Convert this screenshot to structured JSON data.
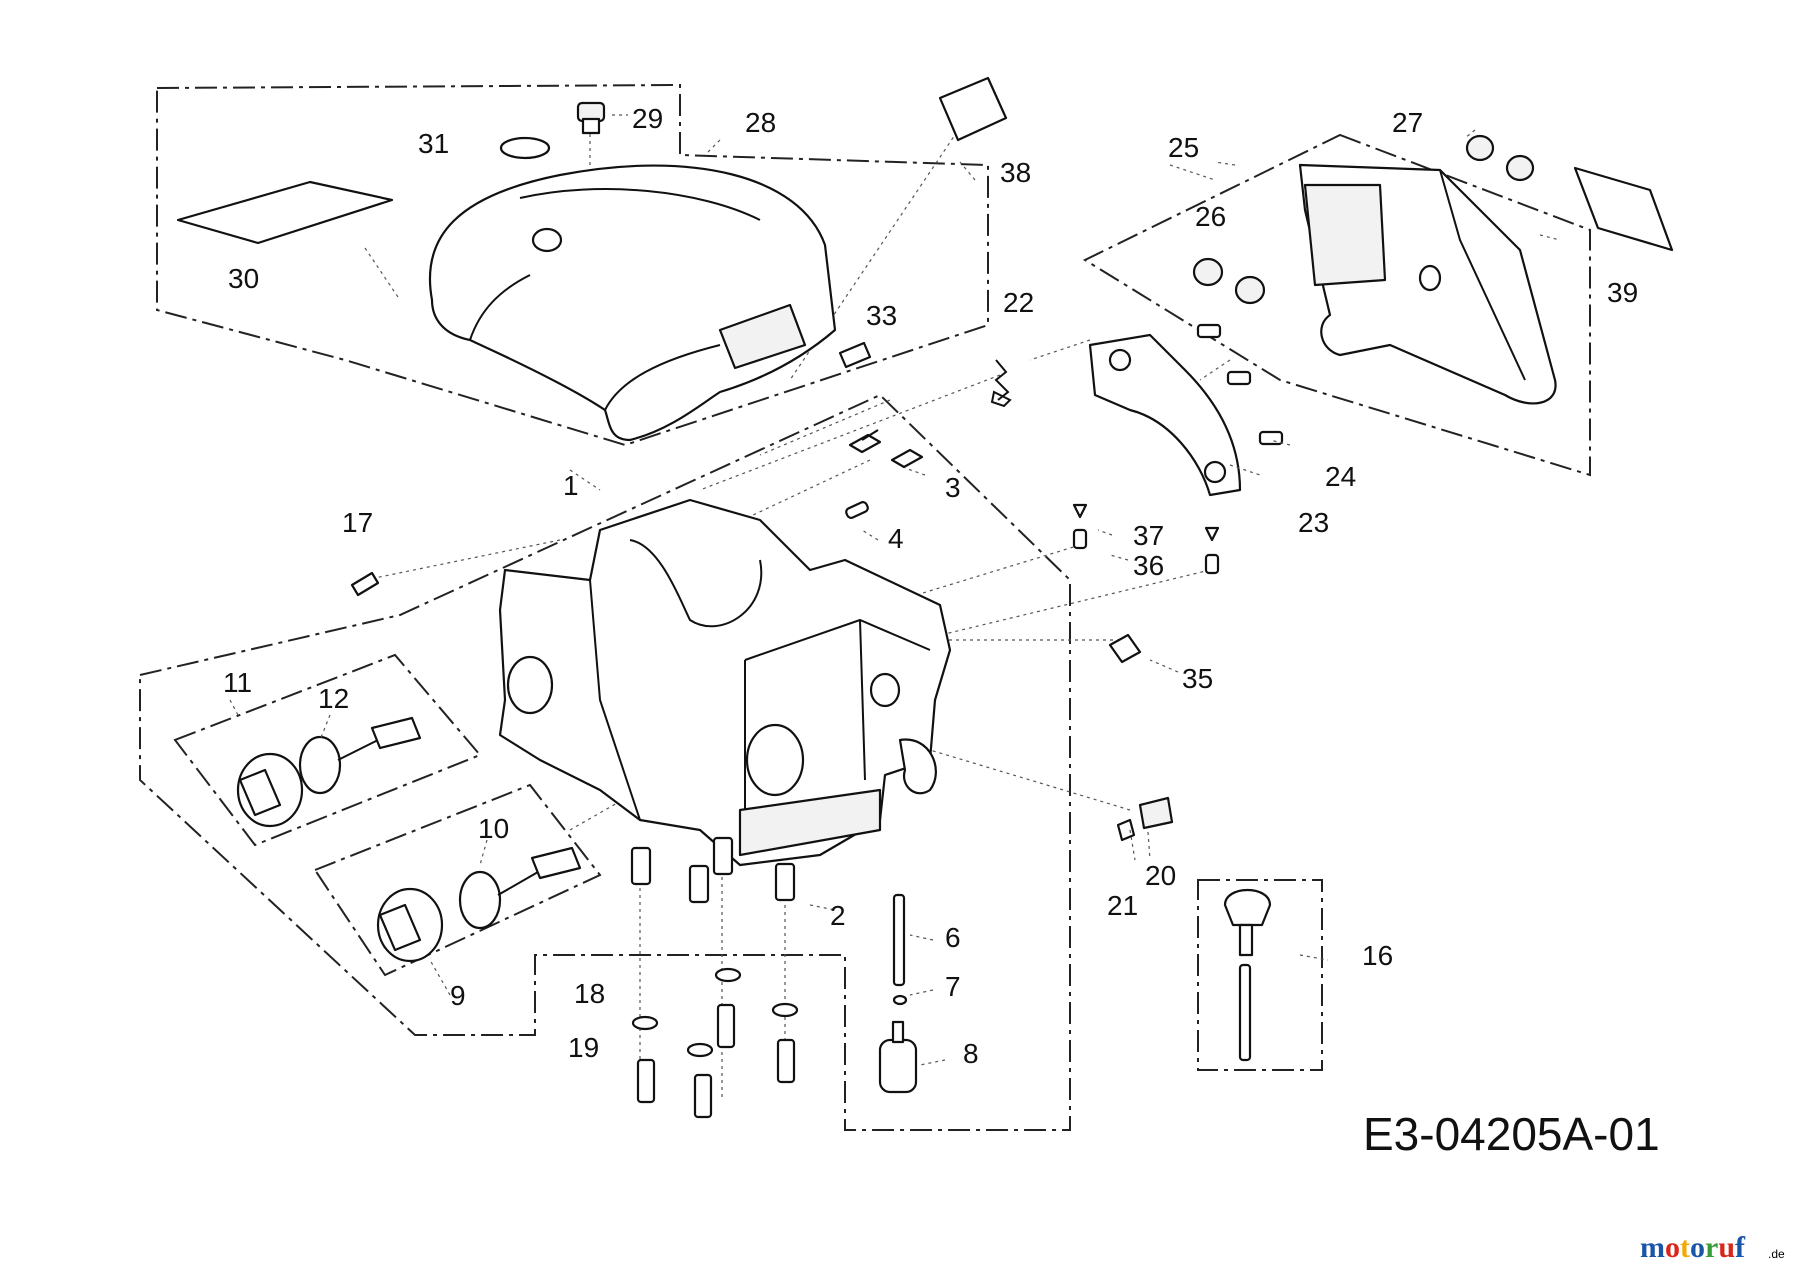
{
  "diagram": {
    "code": "E3-04205A-01",
    "brand": {
      "name": "motoruf",
      "suffix": ".de",
      "colors": [
        "#1a56a8",
        "#d9261c",
        "#f2a900",
        "#1a56a8",
        "#3a9b3a",
        "#d9261c",
        "#1a56a8"
      ]
    },
    "callouts": [
      "1",
      "2",
      "3",
      "4",
      "6",
      "7",
      "8",
      "9",
      "10",
      "11",
      "12",
      "16",
      "17",
      "18",
      "19",
      "20",
      "21",
      "22",
      "23",
      "24",
      "25",
      "26",
      "27",
      "28",
      "29",
      "30",
      "31",
      "33",
      "35",
      "36",
      "37",
      "38",
      "39"
    ]
  }
}
